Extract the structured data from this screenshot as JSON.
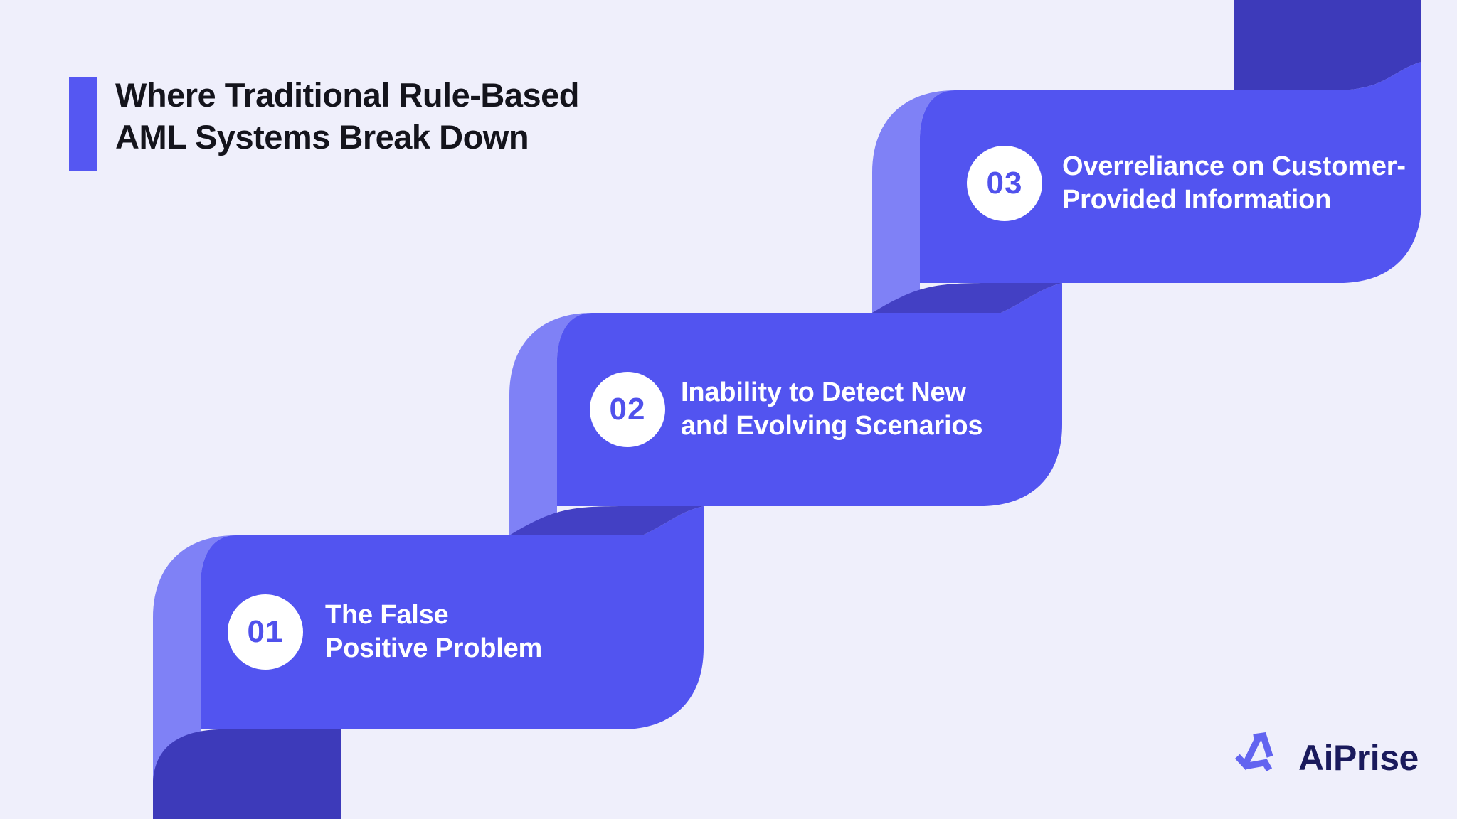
{
  "title": {
    "line1": "Where Traditional Rule-Based",
    "line2": "AML Systems Break Down"
  },
  "steps": [
    {
      "number": "01",
      "line1": "The False",
      "line2": "Positive Problem"
    },
    {
      "number": "02",
      "line1": "Inability to Detect New",
      "line2": "and Evolving Scenarios"
    },
    {
      "number": "03",
      "line1": "Overreliance on Customer-",
      "line2": "Provided Information"
    }
  ],
  "logo": {
    "text": "AiPrise"
  },
  "colors": {
    "background": "#EFEFFB",
    "ribbon_main": "#5254F0",
    "ribbon_light": "#7F81F6",
    "ribbon_fold": "#4340C4",
    "ribbon_band": "#3D3ABA",
    "accent_bar": "#5557F2",
    "title_text": "#14141C",
    "step_text": "#FFFFFF",
    "circle_fill": "#FFFFFF",
    "circle_number": "#5051EC",
    "logo_mark": "#6264F0",
    "logo_text": "#1A1A5C"
  }
}
